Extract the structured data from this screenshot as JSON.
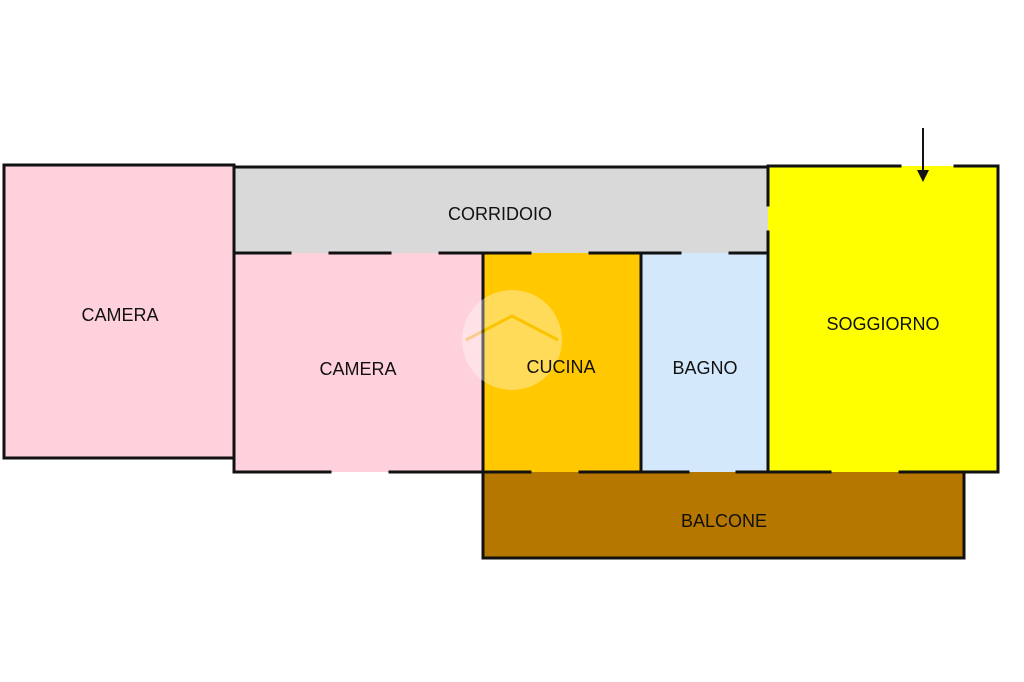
{
  "rooms": {
    "camera_left": {
      "label": "CAMERA",
      "color": "#ffd1dc"
    },
    "corridoio": {
      "label": "CORRIDOIO",
      "color": "#d9d9d9"
    },
    "camera_mid": {
      "label": "CAMERA",
      "color": "#ffd1dc"
    },
    "cucina": {
      "label": "CUCINA",
      "color": "#ffc800"
    },
    "bagno": {
      "label": "BAGNO",
      "color": "#d4e8fb"
    },
    "soggiorno": {
      "label": "SOGGIORNO",
      "color": "#ffff00"
    },
    "balcone": {
      "label": "BALCONE",
      "color": "#b57700"
    }
  },
  "entrance_arrow": {
    "icon": "entrance-arrow-icon"
  },
  "wall_color": "#111111"
}
